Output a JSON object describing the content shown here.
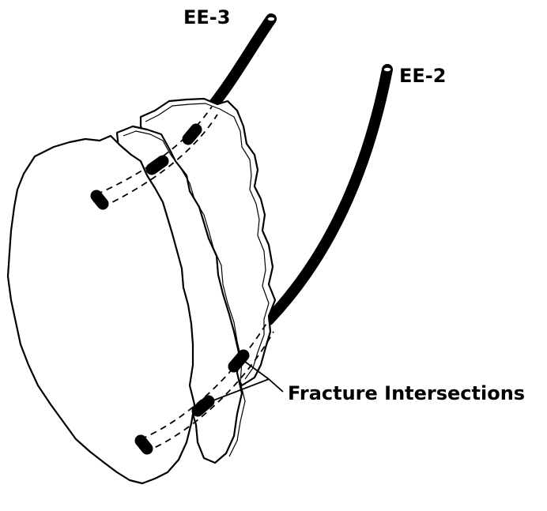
{
  "labels": {
    "well_ee3": "EE-3",
    "well_ee2": "EE-2",
    "fracture_intersections": "Fracture Intersections"
  },
  "caption": {
    "partial": "..."
  },
  "colors": {
    "ink": "#000000",
    "background": "#ffffff"
  }
}
